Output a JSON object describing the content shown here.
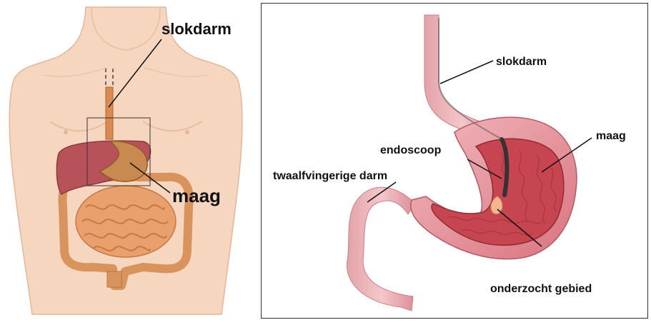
{
  "left": {
    "label_esophagus": "slokdarm",
    "label_stomach": "maag"
  },
  "right": {
    "label_esophagus": "slokdarm",
    "label_stomach": "maag",
    "label_endoscope": "endoscoop",
    "label_duodenum": "twaalfvingerige darm",
    "label_area": "onderzocht gebied"
  }
}
